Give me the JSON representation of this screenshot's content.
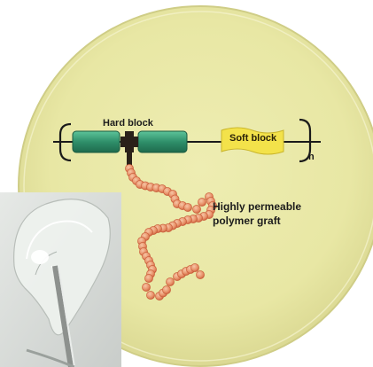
{
  "labels": {
    "hard_block": "Hard block",
    "soft_block": "Soft block",
    "repeat_unit": "n",
    "graft_line1": "Highly permeable",
    "graft_line2": "polymer graft"
  },
  "colors": {
    "film": "#ecebaa",
    "film_edge": "#cfcd86",
    "hard_block": "#2f8f6a",
    "soft_block": "#f3e24a",
    "linker": "#2a2119",
    "graft_bead": "#e9a07a",
    "graft_bead_edge": "#c85a38"
  }
}
